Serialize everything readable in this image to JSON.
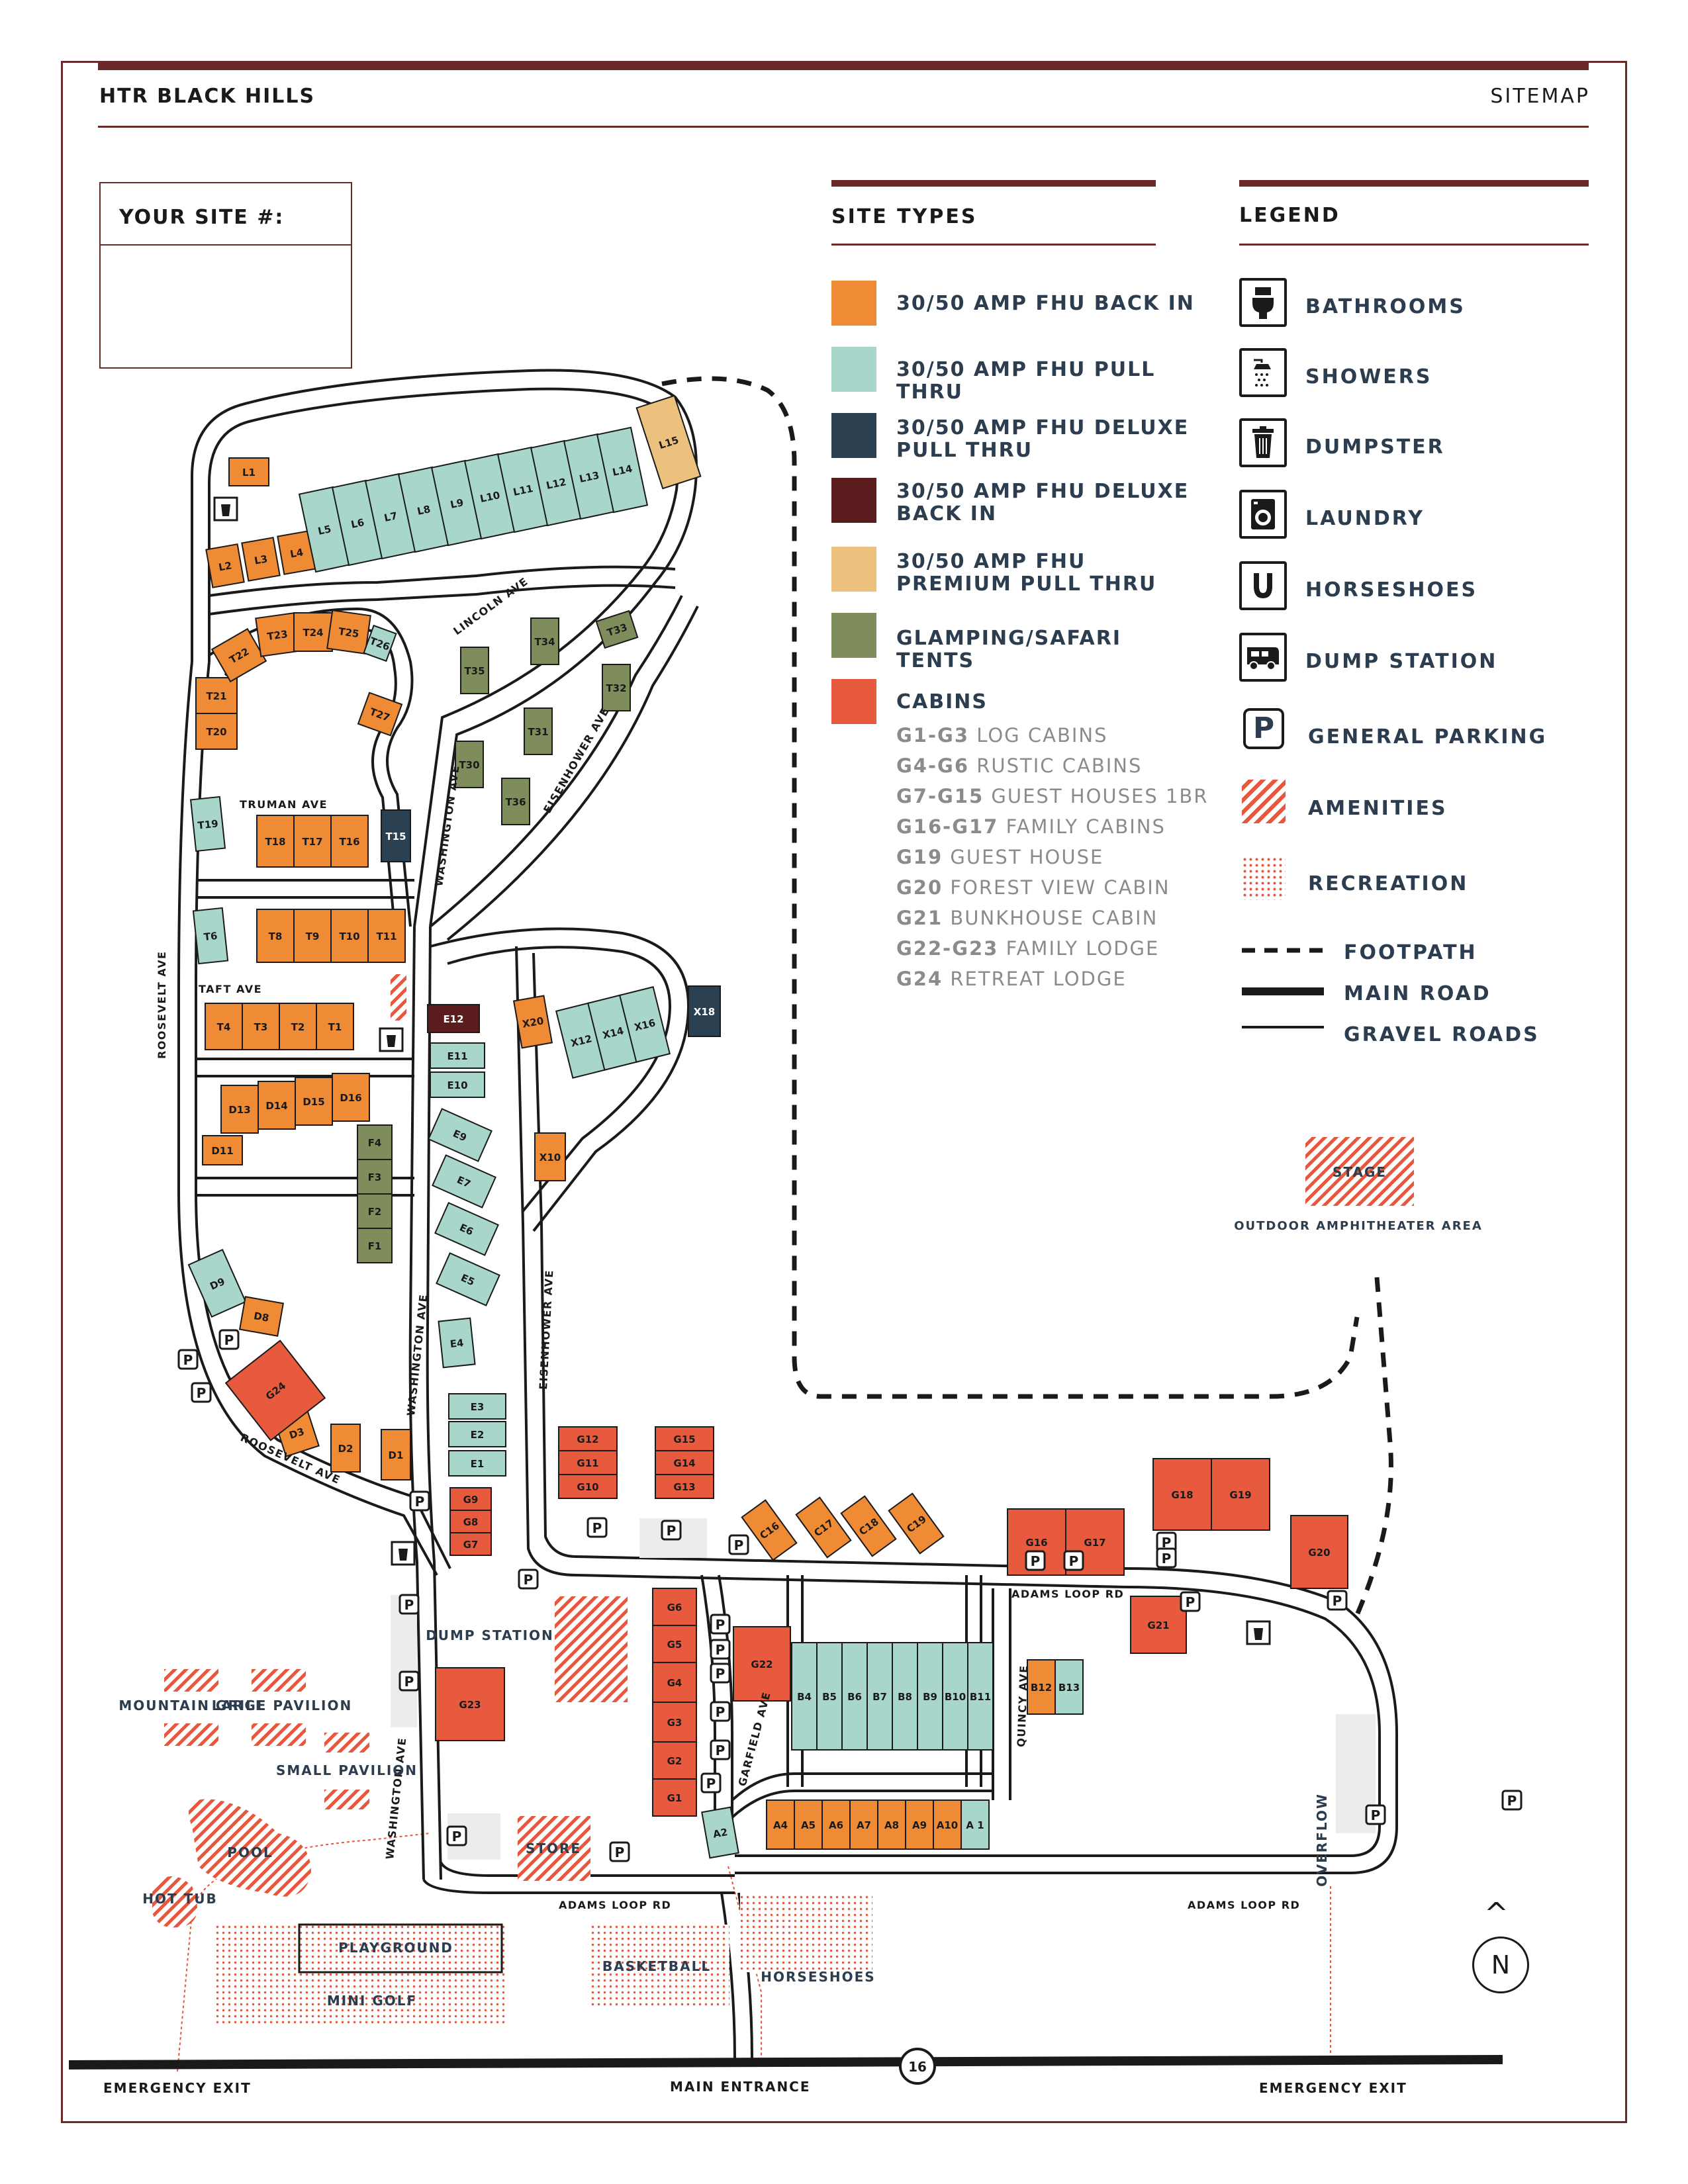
{
  "header": {
    "brand": "HTR BLACK HILLS",
    "page_label": "SITEMAP"
  },
  "your_site": {
    "label": "YOUR SITE #:"
  },
  "site_types": {
    "title": "SITE TYPES",
    "items": [
      {
        "label": "30/50 AMP FHU BACK IN",
        "color": "#ef8a35"
      },
      {
        "label": "30/50 AMP FHU PULL THRU",
        "color": "#a9d6cb"
      },
      {
        "label": "30/50 AMP FHU DELUXE PULL THRU",
        "color": "#2b4152"
      },
      {
        "label": "30/50 AMP FHU DELUXE BACK IN",
        "color": "#5a1c1c"
      },
      {
        "label": "30/50 AMP FHU PREMIUM PULL THRU",
        "color": "#ecc17e"
      },
      {
        "label": "GLAMPING/SAFARI TENTS",
        "color": "#7f8d5c"
      },
      {
        "label": "CABINS",
        "color": "#e85a3e"
      }
    ],
    "cabin_list": [
      {
        "code": "G1-G3",
        "name": "LOG CABINS"
      },
      {
        "code": "G4-G6",
        "name": "RUSTIC CABINS"
      },
      {
        "code": "G7-G15",
        "name": "GUEST HOUSES 1BR"
      },
      {
        "code": "G16-G17",
        "name": "FAMILY CABINS"
      },
      {
        "code": "G19",
        "name": "GUEST HOUSE"
      },
      {
        "code": "G20",
        "name": "FOREST VIEW CABIN"
      },
      {
        "code": "G21",
        "name": "BUNKHOUSE CABIN"
      },
      {
        "code": "G22-G23",
        "name": "FAMILY LODGE"
      },
      {
        "code": "G24",
        "name": "RETREAT LODGE"
      }
    ]
  },
  "legend": {
    "title": "LEGEND",
    "items": [
      {
        "label": "BATHROOMS",
        "icon": "toilet-icon"
      },
      {
        "label": "SHOWERS",
        "icon": "shower-icon"
      },
      {
        "label": "DUMPSTER",
        "icon": "trash-icon"
      },
      {
        "label": "LAUNDRY",
        "icon": "washer-icon"
      },
      {
        "label": "HORSESHOES",
        "icon": "horseshoe-icon"
      },
      {
        "label": "DUMP STATION",
        "icon": "rv-icon"
      },
      {
        "label": "GENERAL PARKING",
        "icon": "parking-icon"
      },
      {
        "label": "AMENITIES",
        "icon": "hatch-swatch"
      },
      {
        "label": "RECREATION",
        "icon": "dots-swatch"
      },
      {
        "label": "FOOTPATH",
        "icon": "dashed-line"
      },
      {
        "label": "MAIN ROAD",
        "icon": "thick-line"
      },
      {
        "label": "GRAVEL ROADS",
        "icon": "double-line"
      }
    ]
  },
  "map": {
    "roads": [
      "WASHINGTON AVE",
      "LINCOLN AVE",
      "EISENHOWER AVE",
      "TRUMAN AVE",
      "TAFT AVE",
      "ROOSEVELT AVE",
      "GARFIELD AVE",
      "QUINCY AVE",
      "ADAMS LOOP RD",
      "ADAMS LOOP RD",
      "ADAMS LOOP RD",
      "WASHINGTON AVE",
      "WASHINGTON AVE",
      "EISENHOWER AVE",
      "ROOSEVELT AVE"
    ],
    "amenities": [
      "MOUNTAIN GRILL",
      "LARGE PAVILION",
      "SMALL PAVILION",
      "POOL",
      "HOT TUB",
      "STORE",
      "STAGE",
      "DUMP STATION",
      "OVERFLOW"
    ],
    "recreation": [
      "PLAYGROUND",
      "MINI GOLF",
      "BASKETBALL",
      "HORSESHOES"
    ],
    "amphitheater": "OUTDOOR AMPHITHEATER AREA",
    "exits": {
      "left": "EMERGENCY EXIT",
      "center": "MAIN ENTRANCE",
      "right": "EMERGENCY EXIT"
    },
    "page_number": "16",
    "compass": "N",
    "parking_symbol": "P",
    "sites": [
      {
        "id": "L1",
        "t": "back"
      },
      {
        "id": "L2",
        "t": "back"
      },
      {
        "id": "L3",
        "t": "back"
      },
      {
        "id": "L4",
        "t": "back"
      },
      {
        "id": "L5",
        "t": "pull"
      },
      {
        "id": "L6",
        "t": "pull"
      },
      {
        "id": "L7",
        "t": "pull"
      },
      {
        "id": "L8",
        "t": "pull"
      },
      {
        "id": "L9",
        "t": "pull"
      },
      {
        "id": "L10",
        "t": "pull"
      },
      {
        "id": "L11",
        "t": "pull"
      },
      {
        "id": "L12",
        "t": "pull"
      },
      {
        "id": "L13",
        "t": "pull"
      },
      {
        "id": "L14",
        "t": "pull"
      },
      {
        "id": "L15",
        "t": "premium"
      },
      {
        "id": "T21",
        "t": "back"
      },
      {
        "id": "T22",
        "t": "back"
      },
      {
        "id": "T23",
        "t": "back"
      },
      {
        "id": "T24",
        "t": "back"
      },
      {
        "id": "T25",
        "t": "back"
      },
      {
        "id": "T20",
        "t": "back"
      },
      {
        "id": "T26",
        "t": "pull"
      },
      {
        "id": "T27",
        "t": "back"
      },
      {
        "id": "T35",
        "t": "tent"
      },
      {
        "id": "T34",
        "t": "tent"
      },
      {
        "id": "T33",
        "t": "tent"
      },
      {
        "id": "T32",
        "t": "tent"
      },
      {
        "id": "T31",
        "t": "tent"
      },
      {
        "id": "T30",
        "t": "tent"
      },
      {
        "id": "T36",
        "t": "tent"
      },
      {
        "id": "T19",
        "t": "pull"
      },
      {
        "id": "T18",
        "t": "back"
      },
      {
        "id": "T17",
        "t": "back"
      },
      {
        "id": "T16",
        "t": "back"
      },
      {
        "id": "T15",
        "t": "deluxe_pull"
      },
      {
        "id": "T6",
        "t": "pull"
      },
      {
        "id": "T8",
        "t": "back"
      },
      {
        "id": "T9",
        "t": "back"
      },
      {
        "id": "T10",
        "t": "back"
      },
      {
        "id": "T11",
        "t": "back"
      },
      {
        "id": "T4",
        "t": "back"
      },
      {
        "id": "T3",
        "t": "back"
      },
      {
        "id": "T2",
        "t": "back"
      },
      {
        "id": "T1",
        "t": "back"
      },
      {
        "id": "D13",
        "t": "back"
      },
      {
        "id": "D14",
        "t": "back"
      },
      {
        "id": "D15",
        "t": "back"
      },
      {
        "id": "D16",
        "t": "back"
      },
      {
        "id": "D11",
        "t": "back"
      },
      {
        "id": "D9",
        "t": "pull"
      },
      {
        "id": "D8",
        "t": "back"
      },
      {
        "id": "D3",
        "t": "back"
      },
      {
        "id": "D2",
        "t": "back"
      },
      {
        "id": "D1",
        "t": "back"
      },
      {
        "id": "G24",
        "t": "cabin"
      },
      {
        "id": "E12",
        "t": "deluxe_back"
      },
      {
        "id": "E11",
        "t": "pull"
      },
      {
        "id": "E10",
        "t": "pull"
      },
      {
        "id": "E9",
        "t": "pull"
      },
      {
        "id": "E7",
        "t": "pull"
      },
      {
        "id": "E6",
        "t": "pull"
      },
      {
        "id": "E5",
        "t": "pull"
      },
      {
        "id": "E4",
        "t": "pull"
      },
      {
        "id": "E3",
        "t": "pull"
      },
      {
        "id": "E2",
        "t": "pull"
      },
      {
        "id": "E1",
        "t": "pull"
      },
      {
        "id": "F4",
        "t": "tent"
      },
      {
        "id": "F3",
        "t": "tent"
      },
      {
        "id": "F2",
        "t": "tent"
      },
      {
        "id": "F1",
        "t": "tent"
      },
      {
        "id": "X20",
        "t": "back"
      },
      {
        "id": "X12",
        "t": "pull"
      },
      {
        "id": "X14",
        "t": "pull"
      },
      {
        "id": "X16",
        "t": "pull"
      },
      {
        "id": "X18",
        "t": "deluxe_pull"
      },
      {
        "id": "X10",
        "t": "back"
      },
      {
        "id": "G12",
        "t": "cabin"
      },
      {
        "id": "G11",
        "t": "cabin"
      },
      {
        "id": "G10",
        "t": "cabin"
      },
      {
        "id": "G15",
        "t": "cabin"
      },
      {
        "id": "G14",
        "t": "cabin"
      },
      {
        "id": "G13",
        "t": "cabin"
      },
      {
        "id": "G9",
        "t": "cabin"
      },
      {
        "id": "G8",
        "t": "cabin"
      },
      {
        "id": "G7",
        "t": "cabin"
      },
      {
        "id": "C16",
        "t": "back"
      },
      {
        "id": "C17",
        "t": "back"
      },
      {
        "id": "C18",
        "t": "back"
      },
      {
        "id": "C19",
        "t": "back"
      },
      {
        "id": "G16",
        "t": "cabin"
      },
      {
        "id": "G17",
        "t": "cabin"
      },
      {
        "id": "G18",
        "t": "cabin"
      },
      {
        "id": "G19",
        "t": "cabin"
      },
      {
        "id": "G20",
        "t": "cabin"
      },
      {
        "id": "G21",
        "t": "cabin"
      },
      {
        "id": "G22",
        "t": "cabin"
      },
      {
        "id": "G23",
        "t": "cabin"
      },
      {
        "id": "G6",
        "t": "cabin"
      },
      {
        "id": "G5",
        "t": "cabin"
      },
      {
        "id": "G4",
        "t": "cabin"
      },
      {
        "id": "G3",
        "t": "cabin"
      },
      {
        "id": "G2",
        "t": "cabin"
      },
      {
        "id": "G1",
        "t": "cabin"
      },
      {
        "id": "B4",
        "t": "pull"
      },
      {
        "id": "B5",
        "t": "pull"
      },
      {
        "id": "B6",
        "t": "pull"
      },
      {
        "id": "B7",
        "t": "pull"
      },
      {
        "id": "B8",
        "t": "pull"
      },
      {
        "id": "B9",
        "t": "pull"
      },
      {
        "id": "B10",
        "t": "pull"
      },
      {
        "id": "B11",
        "t": "pull"
      },
      {
        "id": "B12",
        "t": "back"
      },
      {
        "id": "B13",
        "t": "pull"
      },
      {
        "id": "A2",
        "t": "pull"
      },
      {
        "id": "A4",
        "t": "back"
      },
      {
        "id": "A5",
        "t": "back"
      },
      {
        "id": "A6",
        "t": "back"
      },
      {
        "id": "A7",
        "t": "back"
      },
      {
        "id": "A8",
        "t": "back"
      },
      {
        "id": "A9",
        "t": "back"
      },
      {
        "id": "A10",
        "t": "back"
      },
      {
        "id": "A 1",
        "t": "pull"
      }
    ]
  }
}
